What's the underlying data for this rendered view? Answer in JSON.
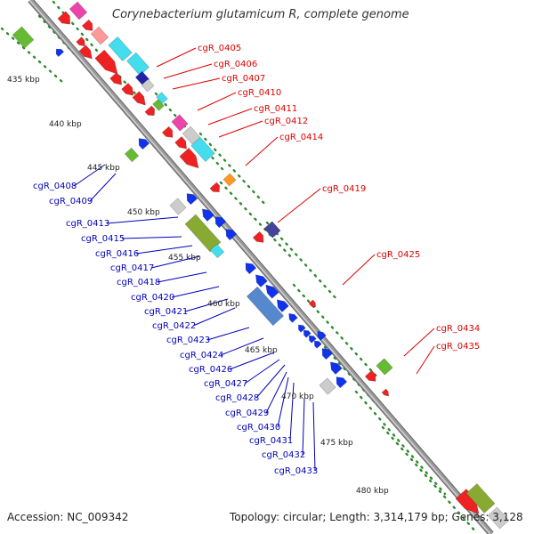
{
  "title": "Corynebacterium glutamicum R, complete genome",
  "footer": {
    "accession": "Accession: NC_009342",
    "info": "Topology: circular; Length: 3,314,179 bp; Genes: 3,128"
  },
  "colors": {
    "backbone": "#9a9a9a",
    "forward_label": "#dd0000",
    "reverse_label": "#0000bb",
    "tick": "#2e8b2e"
  },
  "kbp_ticks": [
    {
      "label": "435 kbp"
    },
    {
      "label": "440 kbp"
    },
    {
      "label": "445 kbp"
    },
    {
      "label": "450 kbp"
    },
    {
      "label": "455 kbp"
    },
    {
      "label": "460 kbp"
    },
    {
      "label": "465 kbp"
    },
    {
      "label": "470 kbp"
    },
    {
      "label": "475 kbp"
    },
    {
      "label": "480 kbp"
    }
  ],
  "forward_genes": [
    "cgR_0405",
    "cgR_0406",
    "cgR_0407",
    "cgR_0410",
    "cgR_0411",
    "cgR_0412",
    "cgR_0414",
    "cgR_0419",
    "cgR_0425",
    "cgR_0434",
    "cgR_0435"
  ],
  "reverse_genes": [
    "cgR_0408",
    "cgR_0409",
    "cgR_0413",
    "cgR_0415",
    "cgR_0416",
    "cgR_0417",
    "cgR_0418",
    "cgR_0420",
    "cgR_0421",
    "cgR_0422",
    "cgR_0423",
    "cgR_0424",
    "cgR_0426",
    "cgR_0427",
    "cgR_0428",
    "cgR_0429",
    "cgR_0430",
    "cgR_0431",
    "cgR_0432",
    "cgR_0433"
  ]
}
